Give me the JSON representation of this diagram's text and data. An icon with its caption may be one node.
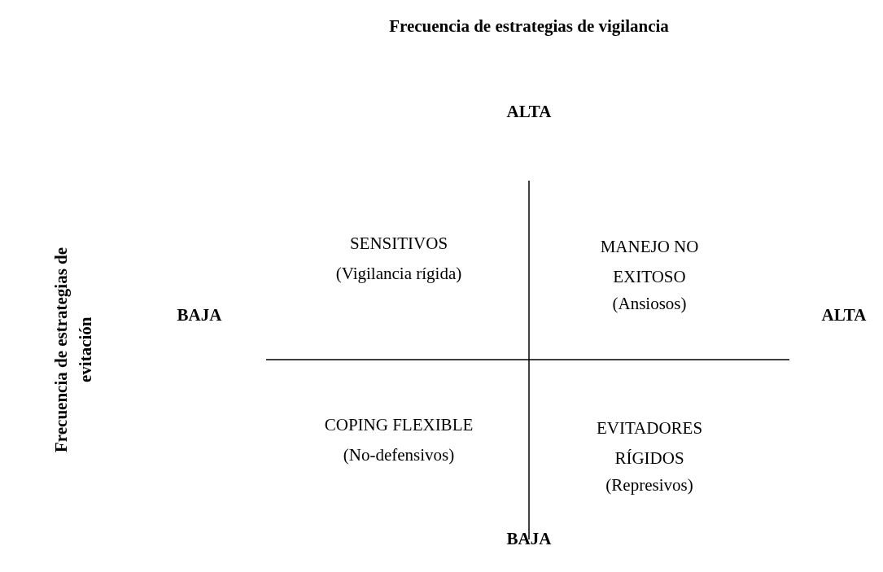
{
  "diagram": {
    "labels": [
      "Frecuencia de estrategias de vigilancia",
      "ALTA",
      "Frecuencia de estrategias de evitación",
      "SENSITIVOS",
      "(Vigilancia rígida)",
      "MANEJO NO EXITOSO",
      "BAJA",
      "(Ansiosos)",
      "ALTA",
      "COPING FLEXIBLE",
      "(No-defensivos)",
      "EVITADORES RÍGIDOS",
      "(Represivos)",
      "BAJA"
    ]
  }
}
